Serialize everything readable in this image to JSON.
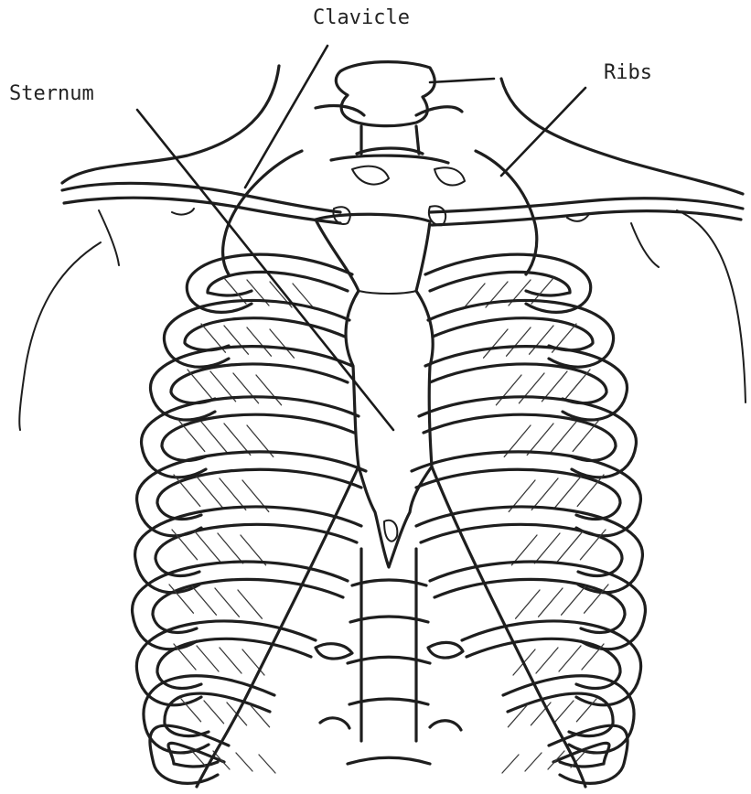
{
  "labels": {
    "clavicle": "Clavicle",
    "sternum": "Sternum",
    "ribs": "Ribs"
  },
  "colors": {
    "ink": "#1e1e1e",
    "paper": "#ffffff"
  }
}
